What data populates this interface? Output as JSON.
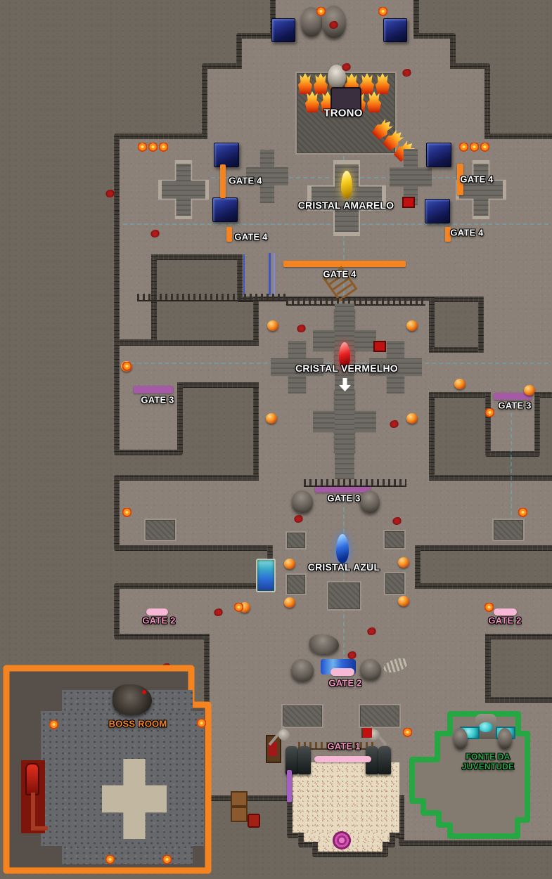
{
  "map": {
    "labels": {
      "trono": "TRONO",
      "cristal_amarelo": "CRISTAL AMARELO",
      "cristal_vermelho": "CRISTAL VERMELHO",
      "cristal_azul": "CRISTAL AZUL",
      "gate_1": "GATE 1",
      "gate_2": "GATE 2",
      "gate_3": "GATE 3",
      "gate_4": "GATE 4",
      "boss_room": "BOSS ROOM",
      "fonte_line1": "FONTE DA",
      "fonte_line2": "JUVENTUDE"
    },
    "gates": [
      {
        "name": "GATE 4",
        "bar_color": "#F5831F",
        "instances": 5
      },
      {
        "name": "GATE 3",
        "bar_color": "#A55AA5",
        "instances": 3
      },
      {
        "name": "GATE 2",
        "bar_color": "#F6B8D5",
        "instances": 3
      },
      {
        "name": "GATE 1",
        "bar_color": "#F6B8D5",
        "instances": 1
      }
    ],
    "crystals": [
      {
        "name": "CRISTAL AMARELO",
        "color": "#F4C81C"
      },
      {
        "name": "CRISTAL VERMELHO",
        "color": "#E01616"
      },
      {
        "name": "CRISTAL AZUL",
        "color": "#1E5FD6"
      }
    ],
    "zones": [
      {
        "name": "TRONO"
      },
      {
        "name": "BOSS ROOM",
        "outline_color": "#F5831F"
      },
      {
        "name": "FONTE DA JUVENTUDE",
        "outline_color": "#27A744"
      }
    ],
    "colors": {
      "gate4_bar": "#F5831F",
      "gate3_bar": "#A55AA5",
      "gate2_bar": "#F6B8D5",
      "gate1_bar": "#F6B8D5",
      "gate2_text": "#F590BE",
      "boss_outline": "#F5831F",
      "boss_fill": "#57504A",
      "fonte_outline": "#27A744",
      "fonte_fill": "#837A70",
      "label_white": "#FFFFFF",
      "magic_wall_purple": "#A35FC5"
    },
    "icons": {
      "down_arrow": "white-down-arrow",
      "crystal": "gem-shard",
      "flame": "fire",
      "teleport": "magic-portal",
      "blue_cube": "blue-gem-block"
    }
  }
}
